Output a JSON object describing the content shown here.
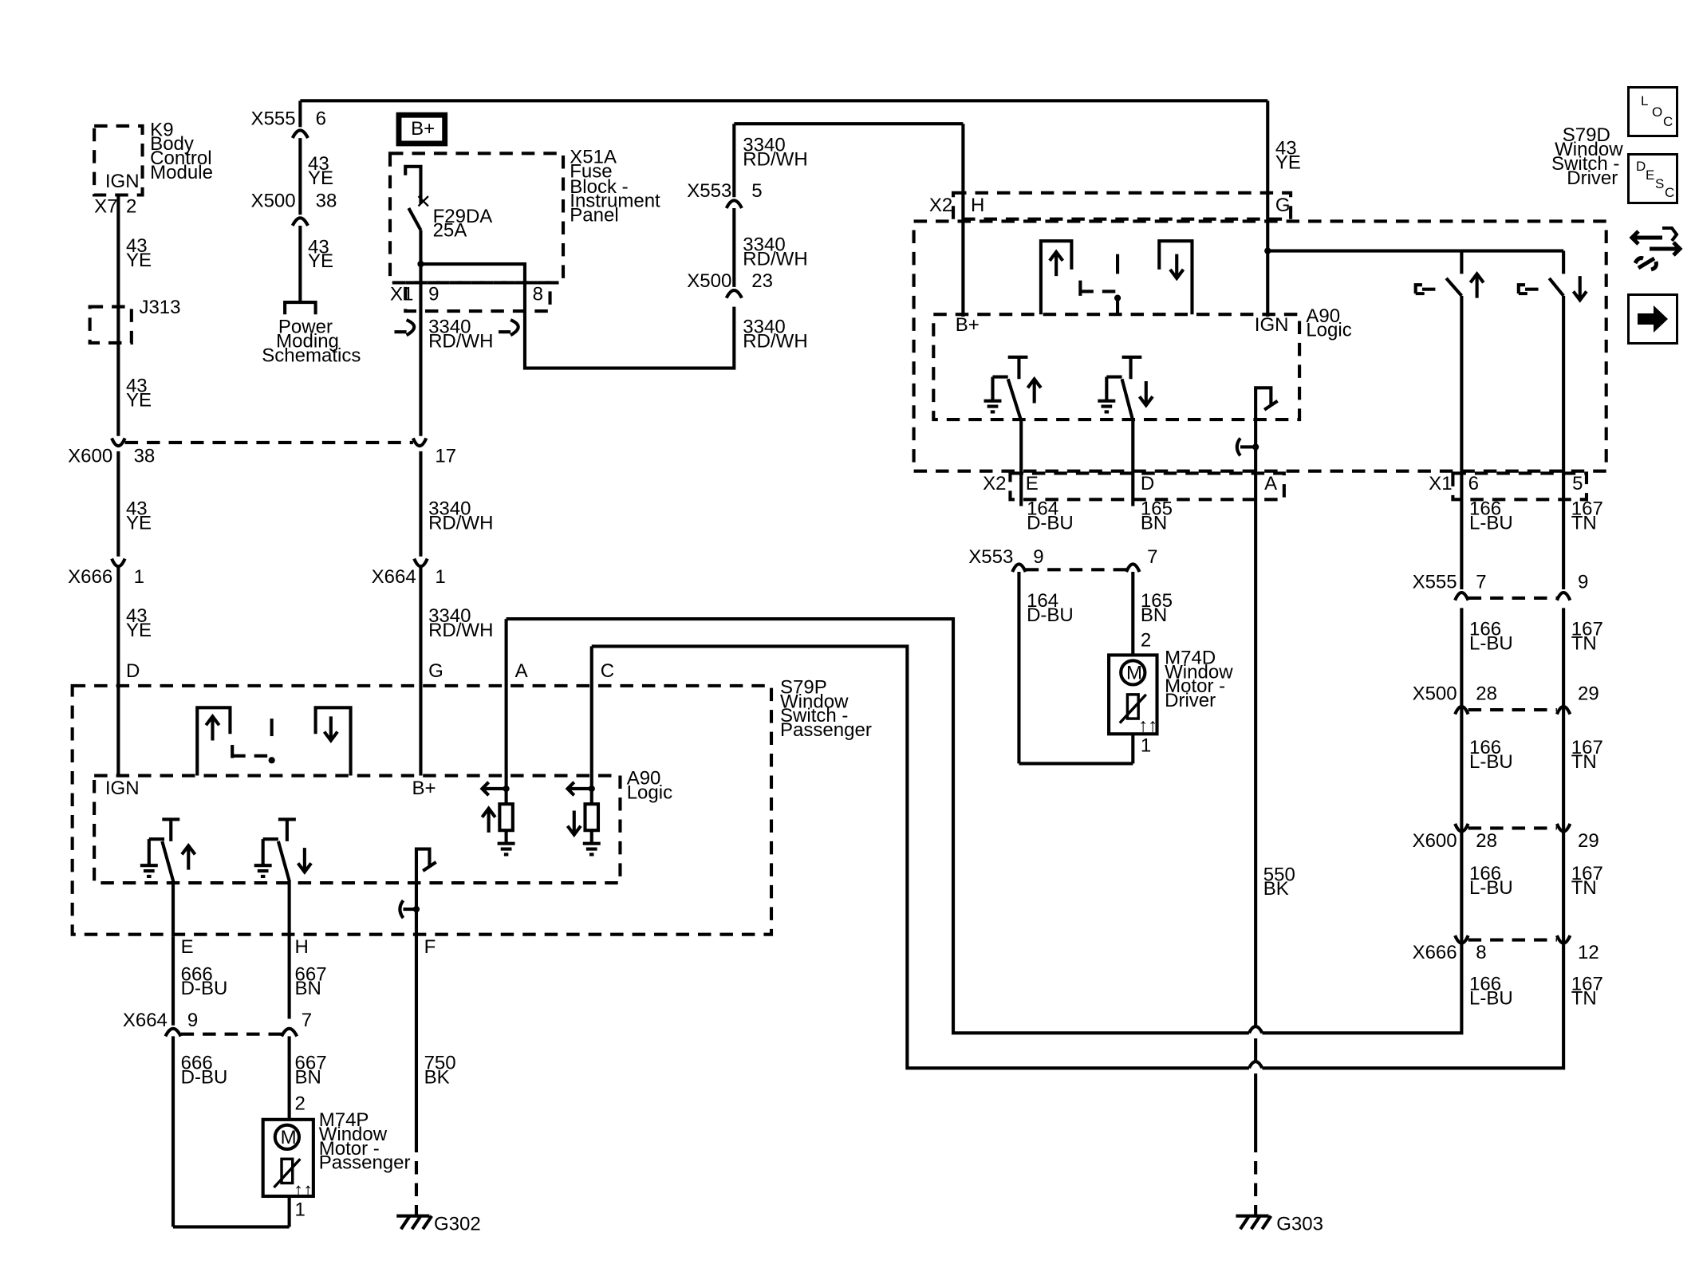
{
  "nav": {
    "loc_letters": [
      "L",
      "O",
      "C"
    ],
    "desc_letters": [
      "D",
      "E",
      "S",
      "C"
    ]
  },
  "components": {
    "k9": {
      "id": "K9",
      "lines": [
        "Body",
        "Control",
        "Module"
      ],
      "pin_label": "IGN"
    },
    "bplus": {
      "label": "B+"
    },
    "x51a": {
      "id": "X51A",
      "lines": [
        "Fuse",
        "Block -",
        "Instrument",
        "Panel"
      ]
    },
    "fuse": {
      "id": "F29DA",
      "rating": "25A"
    },
    "j313": {
      "id": "J313"
    },
    "power_moding": {
      "lines": [
        "Power",
        "Moding",
        "Schematics"
      ]
    },
    "s79d": {
      "id": "S79D",
      "lines": [
        "Window",
        "Switch -",
        "Driver"
      ]
    },
    "s79p": {
      "id": "S79P",
      "lines": [
        "Window",
        "Switch -",
        "Passenger"
      ]
    },
    "logic_d": {
      "id": "A90",
      "name": "Logic",
      "bplus": "B+",
      "ign": "IGN"
    },
    "logic_p": {
      "id": "A90",
      "name": "Logic",
      "bplus": "B+",
      "ign": "IGN"
    },
    "m74d": {
      "id": "M74D",
      "lines": [
        "Window",
        "Motor -",
        "Driver"
      ],
      "pin_top": "2",
      "pin_bottom": "1",
      "symbol": "M"
    },
    "m74p": {
      "id": "M74P",
      "lines": [
        "Window",
        "Motor -",
        "Passenger"
      ],
      "pin_top": "2",
      "pin_bottom": "1",
      "symbol": "M"
    },
    "g302": {
      "id": "G302"
    },
    "g303": {
      "id": "G303"
    }
  },
  "connectors": {
    "x555_a": {
      "name": "X555",
      "pin": "6"
    },
    "x500_a": {
      "name": "X500",
      "pin": "38"
    },
    "x7": {
      "name": "X7",
      "pin": "2"
    },
    "x1_fb": {
      "name": "X1",
      "pin_left": "9",
      "pin_right": "8"
    },
    "x553_a": {
      "name": "X553",
      "pin": "5"
    },
    "x500_b": {
      "name": "X500",
      "pin": "23"
    },
    "x600_a": {
      "name": "X600",
      "pin_left": "38",
      "pin_right": "17"
    },
    "x666_a": {
      "name": "X666",
      "pin": "1"
    },
    "x664_a": {
      "name": "X664",
      "pin": "1"
    },
    "x2_top": {
      "name": "X2",
      "pin_left": "H",
      "pin_right": "G"
    },
    "x2_bot": {
      "name": "X2",
      "pin_e": "E",
      "pin_d": "D",
      "pin_a": "A"
    },
    "x1_d": {
      "name": "X1",
      "pin_left": "6",
      "pin_right": "5"
    },
    "x553_b": {
      "name": "X553",
      "pin_left": "9",
      "pin_right": "7"
    },
    "x555_b": {
      "name": "X555",
      "pin_left": "7",
      "pin_right": "9"
    },
    "x500_c": {
      "name": "X500",
      "pin_left": "28",
      "pin_right": "29"
    },
    "x600_b": {
      "name": "X600",
      "pin_left": "28",
      "pin_right": "29"
    },
    "x666_b": {
      "name": "X666",
      "pin_left": "8",
      "pin_right": "12"
    },
    "x664_b": {
      "name": "X664",
      "pin_left": "9",
      "pin_right": "7"
    },
    "s79p_pins": {
      "d": "D",
      "g": "G",
      "a": "A",
      "c": "C",
      "e": "E",
      "h": "H",
      "f": "F"
    }
  },
  "wires": {
    "ye43": {
      "circuit": "43",
      "color": "YE"
    },
    "rdwh3340": {
      "circuit": "3340",
      "color": "RD/WH"
    },
    "dbu164": {
      "circuit": "164",
      "color": "D-BU"
    },
    "bn165": {
      "circuit": "165",
      "color": "BN"
    },
    "lbu166": {
      "circuit": "166",
      "color": "L-BU"
    },
    "tn167": {
      "circuit": "167",
      "color": "TN"
    },
    "dbu666": {
      "circuit": "666",
      "color": "D-BU"
    },
    "bn667": {
      "circuit": "667",
      "color": "BN"
    },
    "bk750": {
      "circuit": "750",
      "color": "BK"
    },
    "bk550": {
      "circuit": "550",
      "color": "BK"
    }
  }
}
